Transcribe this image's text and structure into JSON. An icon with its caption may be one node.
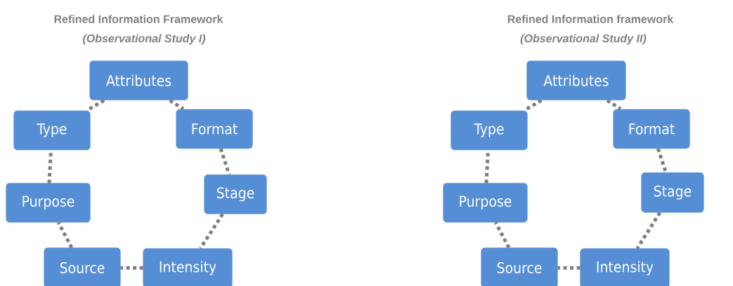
{
  "diagram": {
    "nodes": [
      {
        "text": [
          "Attributes"
        ]
      },
      {
        "text": [
          "Type"
        ]
      },
      {
        "text": [
          "Format"
        ]
      },
      {
        "text": [
          "Purpose"
        ]
      },
      {
        "text": [
          "Stage"
        ]
      },
      {
        "text": [
          "Source"
        ]
      },
      {
        "text": [
          "Intensity"
        ]
      },
      {
        "text": [
          "Attributes"
        ]
      },
      {
        "text": [
          "Type"
        ]
      },
      {
        "text": [
          "Format"
        ]
      },
      {
        "text": [
          "Purpose"
        ]
      },
      {
        "text": [
          "Stage"
        ]
      },
      {
        "text": [
          "Source"
        ]
      },
      {
        "text": [
          "Intensity"
        ]
      }
    ],
    "edges": [
      {
        "from": 0,
        "to": 1,
        "arrow": "none"
      },
      {
        "from": 0,
        "to": 2,
        "arrow": "none"
      },
      {
        "from": 2,
        "to": 4,
        "arrow": "none"
      },
      {
        "from": 4,
        "to": 6,
        "arrow": "none"
      },
      {
        "from": 6,
        "to": 5,
        "arrow": "none"
      },
      {
        "from": 5,
        "to": 3,
        "arrow": "none"
      },
      {
        "from": 3,
        "to": 1,
        "arrow": "none"
      },
      {
        "from": 7,
        "to": 8,
        "arrow": "none"
      },
      {
        "from": 7,
        "to": 9,
        "arrow": "none"
      },
      {
        "from": 9,
        "to": 11,
        "arrow": "none"
      },
      {
        "from": 11,
        "to": 13,
        "arrow": "none"
      },
      {
        "from": 13,
        "to": 12,
        "arrow": "none"
      },
      {
        "from": 12,
        "to": 10,
        "arrow": "none"
      },
      {
        "from": 10,
        "to": 8,
        "arrow": "none"
      }
    ],
    "labels": [
      "Refined Information Framework",
      "(Observational Study I)",
      "Refined Information framework",
      "(Observational Study II)"
    ]
  }
}
